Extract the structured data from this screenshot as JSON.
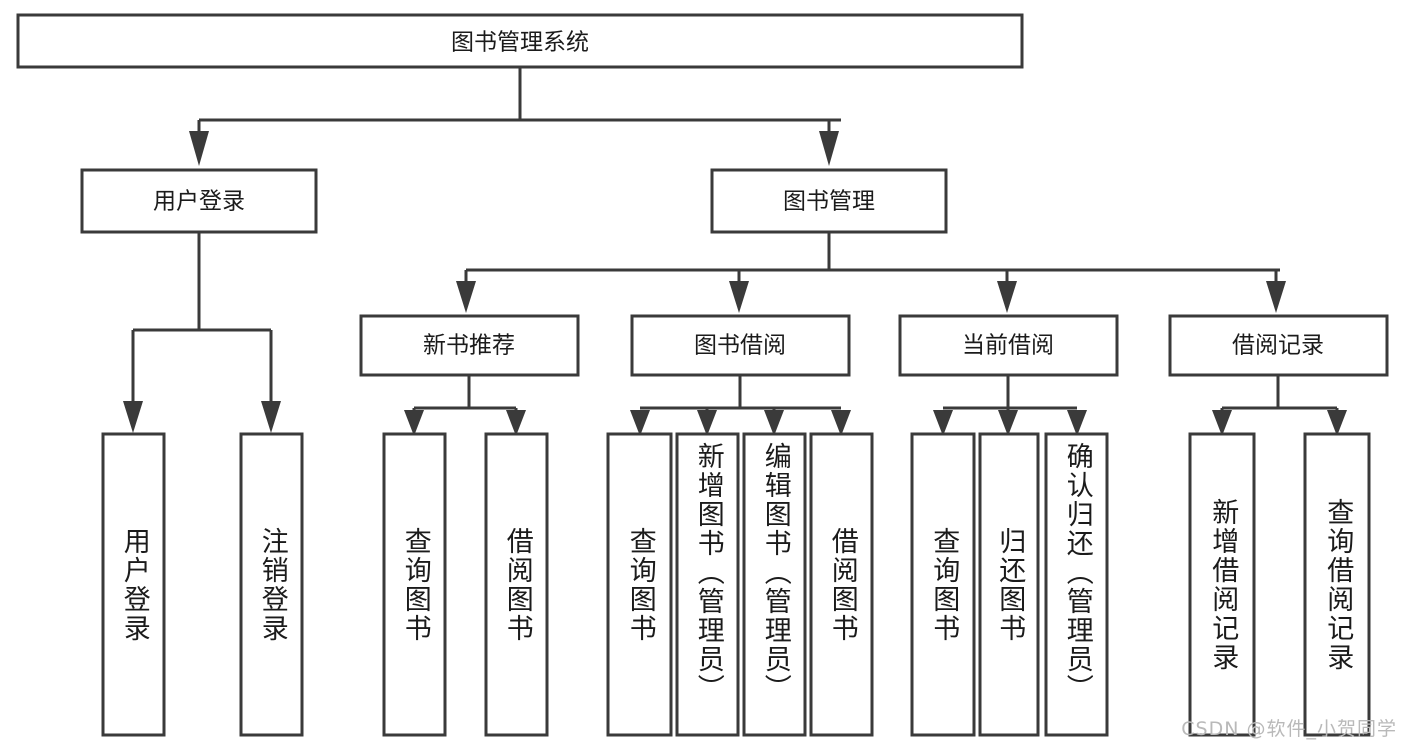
{
  "diagram": {
    "type": "tree-hierarchy-chart",
    "title": "图书管理系统",
    "background_color": "#ffffff",
    "line_color": "#3a3a3a",
    "text_color": "#1b1b1b",
    "root": {
      "label": "图书管理系统"
    },
    "level1": [
      {
        "label": "用户登录"
      },
      {
        "label": "图书管理"
      }
    ],
    "level2": [
      {
        "label": "新书推荐"
      },
      {
        "label": "图书借阅"
      },
      {
        "label": "当前借阅"
      },
      {
        "label": "借阅记录"
      }
    ],
    "leaves": {
      "user_login": [
        {
          "label": "用户登录"
        },
        {
          "label": "注销登录"
        }
      ],
      "new_book_recommend": [
        {
          "label": "查询图书"
        },
        {
          "label": "借阅图书"
        }
      ],
      "book_borrow": [
        {
          "label": "查询图书"
        },
        {
          "label": "新增图书（管理员）"
        },
        {
          "label": "编辑图书（管理员）"
        },
        {
          "label": "借阅图书"
        }
      ],
      "current_borrow": [
        {
          "label": "查询图书"
        },
        {
          "label": "归还图书"
        },
        {
          "label": "确认归还（管理员）"
        }
      ],
      "borrow_record": [
        {
          "label": "新增借阅记录"
        },
        {
          "label": "查询借阅记录"
        }
      ]
    }
  },
  "watermark": {
    "text": "CSDN @软件_小贺同学"
  }
}
